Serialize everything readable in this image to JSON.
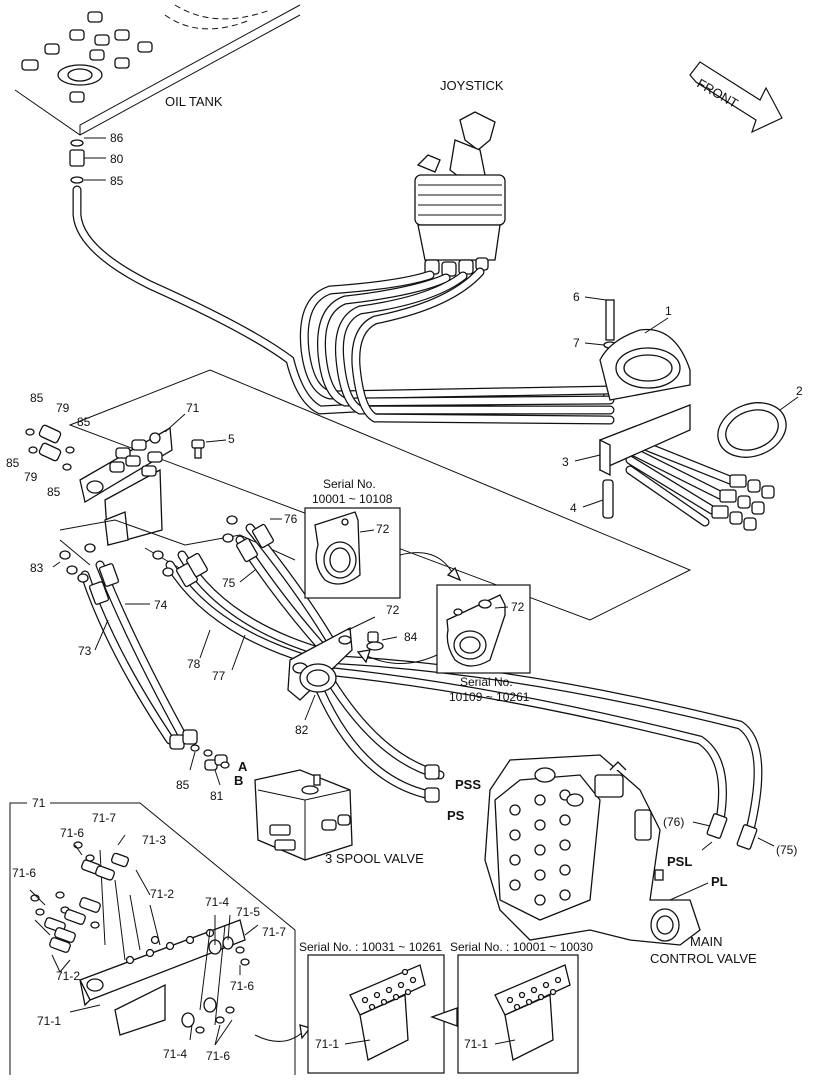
{
  "labels": {
    "oil_tank": "OIL TANK",
    "joystick": "JOYSTICK",
    "front": "FRONT",
    "spool_valve": "3 SPOOL VALVE",
    "main_cv_1": "MAIN",
    "main_cv_2": "CONTROL VALVE",
    "serial_a_1": "Serial No.",
    "serial_a_2": "10001 ~ 10108",
    "serial_b_1": "Serial No.",
    "serial_b_2": "10109 ~ 10261",
    "serial_c": "Serial No. : 10031 ~ 10261",
    "serial_d": "Serial No. : 10001 ~ 10030",
    "port_pss": "PSS",
    "port_ps": "PS",
    "port_psl": "PSL",
    "port_pl": "PL",
    "port_a": "A",
    "port_b": "B"
  },
  "callouts": {
    "c86": "86",
    "c80": "80",
    "c85_tank": "85",
    "c6": "6",
    "c7": "7",
    "c1": "1",
    "c2": "2",
    "c3": "3",
    "c4": "4",
    "c5": "5",
    "c71": "71",
    "c85_a": "85",
    "c79_a": "79",
    "c85_b": "85",
    "c85_c": "85",
    "c79_b": "79",
    "c85_d": "85",
    "c76": "76",
    "c83": "83",
    "c74": "74",
    "c75": "75",
    "c73": "73",
    "c78": "78",
    "c77": "77",
    "c72_a": "72",
    "c72_b": "72",
    "c72_c": "72",
    "c84": "84",
    "c82": "82",
    "c85_e": "85",
    "c81": "81",
    "c76p": "(76)",
    "c75p": "(75)",
    "box71": "71",
    "d71_7a": "71-7",
    "d71_6a": "71-6",
    "d71_3": "71-3",
    "d71_6b": "71-6",
    "d71_2a": "71-2",
    "d71_4a": "71-4",
    "d71_5": "71-5",
    "d71_7b": "71-7",
    "d71_6c": "71-6",
    "d71_2b": "71-2",
    "d71_1a": "71-1",
    "d71_4b": "71-4",
    "d71_6d": "71-6",
    "d71_1b": "71-1",
    "d71_1c": "71-1"
  }
}
